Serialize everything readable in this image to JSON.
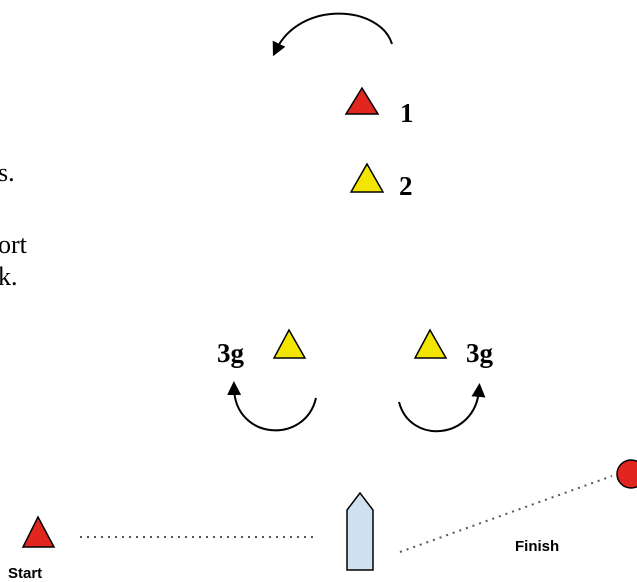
{
  "marks": {
    "mark1": {
      "label": "1",
      "color": "#e0261f"
    },
    "mark2": {
      "label": "2",
      "color": "#f2e600"
    },
    "mark3g_left": {
      "label": "3g",
      "color": "#f2e600"
    },
    "mark3g_right": {
      "label": "3g",
      "color": "#f2e600"
    },
    "start": {
      "label": "Start",
      "color": "#e0261f"
    },
    "finish": {
      "label": "Finish",
      "color": "#e0261f"
    }
  },
  "boat": {
    "color": "#cfe0ef"
  },
  "text_fragments": [
    "s.",
    "ort",
    "k."
  ],
  "colors": {
    "outline": "#000000",
    "dotted_line": "#555555"
  }
}
